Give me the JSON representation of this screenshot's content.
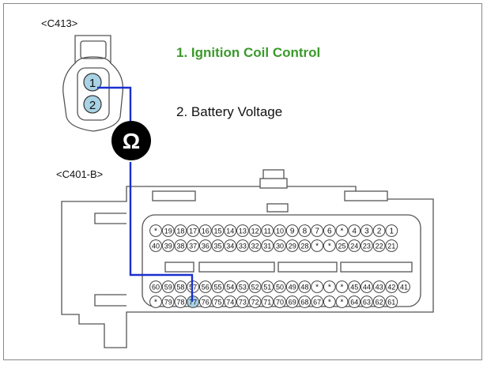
{
  "connectors": {
    "c413": "<C413>",
    "c401b": "<C401-B>"
  },
  "legend": {
    "item1": "1. Ignition Coil Control",
    "item2": "2. Battery Voltage"
  },
  "c413_pins": [
    "1",
    "2"
  ],
  "meter_symbol": "Ω",
  "c401b_rows": [
    [
      "*",
      "19",
      "18",
      "17",
      "16",
      "15",
      "14",
      "13",
      "12",
      "11",
      "10",
      "9",
      "8",
      "7",
      "6",
      "*",
      "4",
      "3",
      "2",
      "1"
    ],
    [
      "40",
      "39",
      "38",
      "37",
      "36",
      "35",
      "34",
      "33",
      "32",
      "31",
      "30",
      "29",
      "28",
      "*",
      "*",
      "25",
      "24",
      "23",
      "22",
      "21"
    ],
    [
      "60",
      "59",
      "58",
      "57",
      "56",
      "55",
      "54",
      "53",
      "52",
      "51",
      "50",
      "49",
      "48",
      "*",
      "*",
      "*",
      "45",
      "44",
      "43",
      "42",
      "41"
    ],
    [
      "*",
      "79",
      "78",
      "77",
      "76",
      "75",
      "74",
      "73",
      "72",
      "71",
      "70",
      "69",
      "68",
      "67",
      "*",
      "*",
      "64",
      "63",
      "62",
      "61"
    ]
  ],
  "colors": {
    "wire": "#1a2fd0",
    "pin_fill": "#a9d3e4",
    "legend_active": "#3a9a2a",
    "meter": "#000000"
  }
}
